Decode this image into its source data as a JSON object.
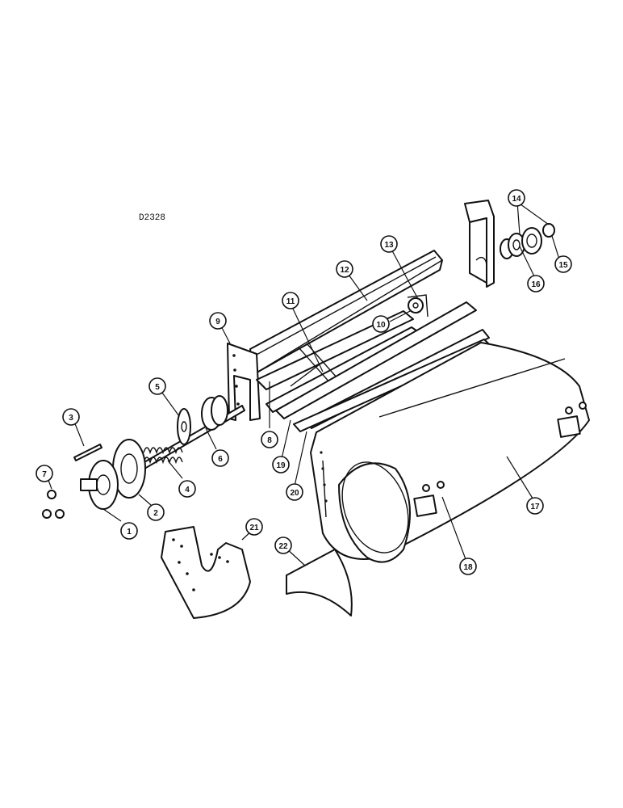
{
  "figure": {
    "drawing_code": "D2328",
    "callouts": [
      "1",
      "2",
      "3",
      "4",
      "5",
      "6",
      "7",
      "8",
      "9",
      "10",
      "11",
      "12",
      "13",
      "14",
      "15",
      "16",
      "17",
      "18",
      "19",
      "20",
      "21",
      "22"
    ]
  }
}
